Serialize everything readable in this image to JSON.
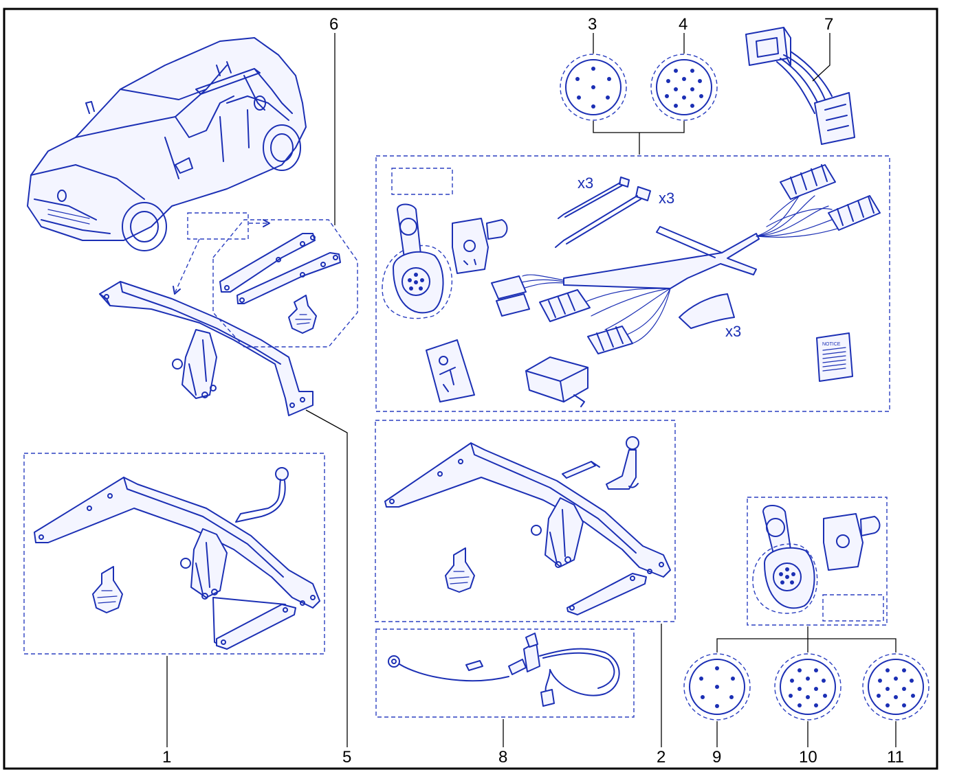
{
  "callouts": {
    "c1": "1",
    "c2": "2",
    "c3": "3",
    "c4": "4",
    "c5": "5",
    "c6": "6",
    "c7": "7",
    "c8": "8",
    "c9": "9",
    "c10": "10",
    "c11": "11"
  },
  "quantities": {
    "ties_a": "x3",
    "ties_b": "x3",
    "pads": "x3"
  },
  "notice_label": "NOTICE",
  "colors": {
    "line": "#1b2fb4",
    "frame": "#000000",
    "background": "#ffffff"
  }
}
